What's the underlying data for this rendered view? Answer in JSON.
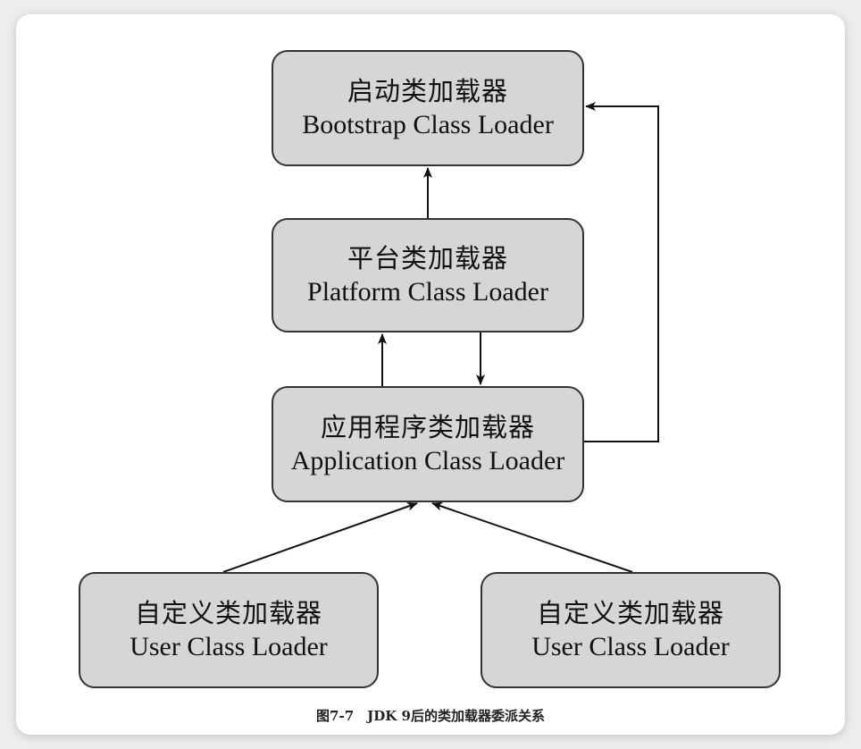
{
  "diagram": {
    "nodes": [
      {
        "id": "bootstrap",
        "zh": "启动类加载器",
        "en": "Bootstrap Class Loader"
      },
      {
        "id": "platform",
        "zh": "平台类加载器",
        "en": "Platform Class Loader"
      },
      {
        "id": "application",
        "zh": "应用程序类加载器",
        "en": "Application Class Loader"
      },
      {
        "id": "user_left",
        "zh": "自定义类加载器",
        "en": "User Class Loader"
      },
      {
        "id": "user_right",
        "zh": "自定义类加载器",
        "en": "User Class Loader"
      }
    ],
    "edges": [
      {
        "from": "platform",
        "to": "bootstrap"
      },
      {
        "from": "application",
        "to": "platform"
      },
      {
        "from": "platform",
        "to": "application"
      },
      {
        "from": "application",
        "to": "bootstrap"
      },
      {
        "from": "user_left",
        "to": "application"
      },
      {
        "from": "user_right",
        "to": "application"
      }
    ],
    "caption": "图7-7　JDK 9后的类加载器委派关系"
  }
}
